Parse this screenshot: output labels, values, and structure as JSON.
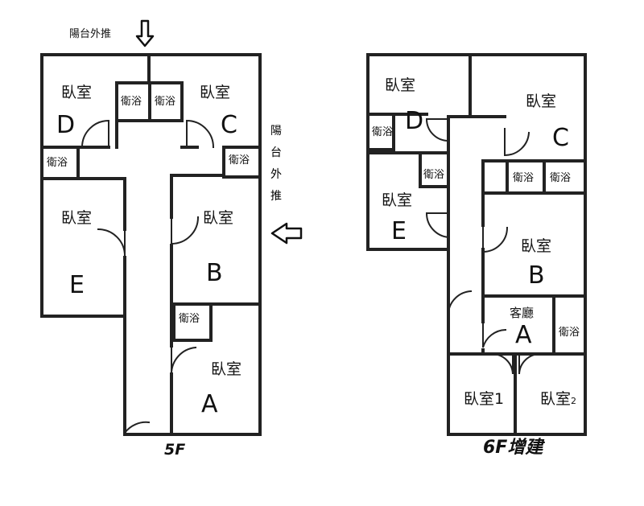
{
  "labels": {
    "room": "臥室",
    "bath": "衛浴",
    "living": "客廳",
    "balcony_top": "陽台外推",
    "balcony_side": [
      "陽",
      "台",
      "外",
      "推"
    ],
    "room1": "臥室1",
    "room2": "臥室",
    "room2_sub": "2",
    "floor_5f": "5F",
    "floor_6f": "6F增建"
  },
  "letters": {
    "A": "A",
    "B": "B",
    "C": "C",
    "D": "D",
    "E": "E"
  }
}
